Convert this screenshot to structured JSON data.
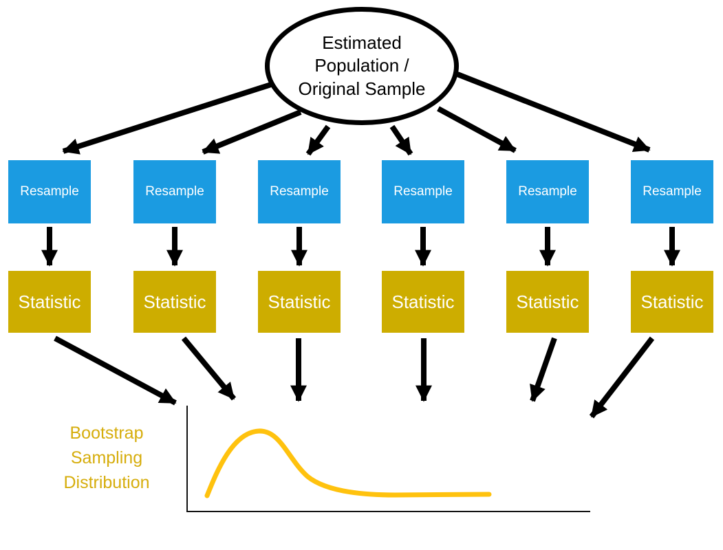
{
  "diagram": {
    "root": {
      "lines": [
        "Estimated",
        "Population /",
        "Original Sample"
      ]
    },
    "resample_label": "Resample",
    "statistic_label": "Statistic",
    "distribution_label_lines": [
      "Bootstrap",
      "Sampling",
      "Distribution"
    ],
    "columns": 6,
    "colors": {
      "resample_fill": "#1B9BE1",
      "statistic_fill": "#CDAD00",
      "curve_color": "#FFC20E",
      "arrow_color": "#000000",
      "label_text": "#D6AD0C",
      "box_text": "#FFFFFF"
    }
  }
}
